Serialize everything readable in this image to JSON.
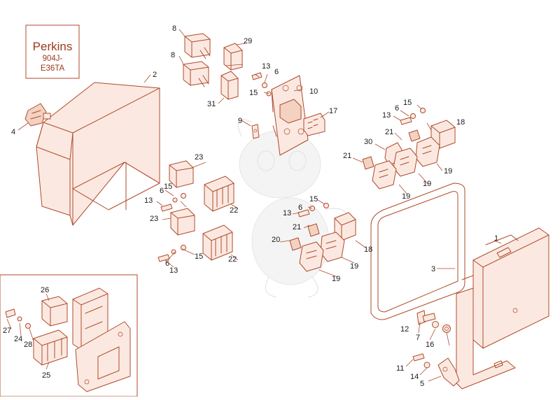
{
  "brand": {
    "name": "Perkins",
    "model_line1": "904J-",
    "model_line2": "E36TA"
  },
  "colors": {
    "line": "#b04a2a",
    "fill": "#fbe9e1",
    "text": "#1a1a1a"
  },
  "callouts": {
    "n1": "1",
    "n2": "2",
    "n3": "3",
    "n4": "4",
    "n5": "5",
    "n6a": "6",
    "n6b": "6",
    "n6c": "6",
    "n6d": "6",
    "n6e": "6",
    "n7": "7",
    "n8a": "8",
    "n8b": "8",
    "n9": "9",
    "n10": "10",
    "n11": "11",
    "n12": "12",
    "n13a": "13",
    "n13b": "13",
    "n13c": "13",
    "n13d": "13",
    "n13e": "13",
    "n14": "14",
    "n15a": "15",
    "n15b": "15",
    "n15c": "15",
    "n15d": "15",
    "n15e": "15",
    "n16": "16",
    "n17": "17",
    "n18a": "18",
    "n18b": "18",
    "n19a": "19",
    "n19b": "19",
    "n19c": "19",
    "n19d": "19",
    "n19e": "19",
    "n20": "20",
    "n21a": "21",
    "n21b": "21",
    "n21c": "21",
    "n22a": "22",
    "n22b": "22",
    "n23a": "23",
    "n23b": "23",
    "n24": "24",
    "n25": "25",
    "n26": "26",
    "n27": "27",
    "n28": "28",
    "n29": "29",
    "n30": "30",
    "n31": "31"
  }
}
